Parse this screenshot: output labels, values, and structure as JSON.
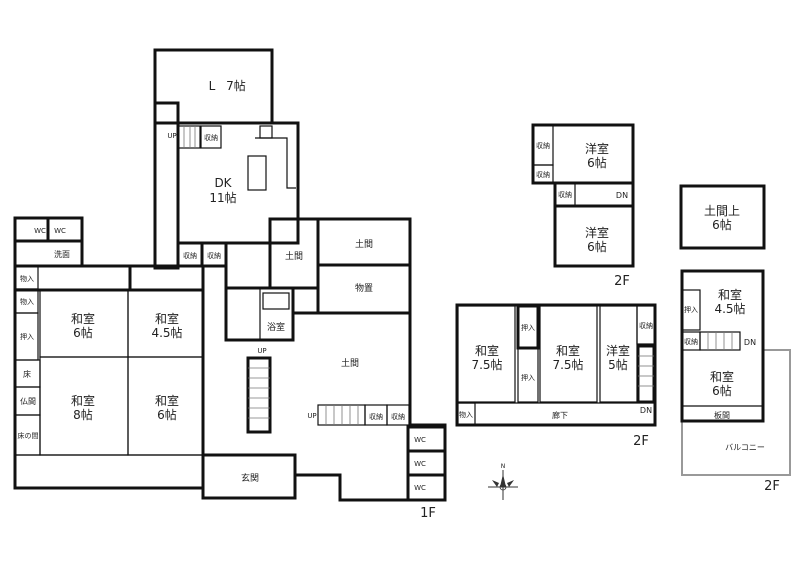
{
  "floor1": {
    "label": "1F",
    "living": {
      "name": "L",
      "size": "7帖"
    },
    "dk": {
      "name": "DK",
      "size": "11帖"
    },
    "doma_small": "土間",
    "doma_upper": "土間",
    "monooki": "物置",
    "bath": "浴室",
    "doma_main": "土間",
    "genkan": "玄関",
    "washroom": "洗面",
    "wc": "WC",
    "storage": "収納",
    "closet": "物入",
    "oshiire": "押入",
    "toko": "床",
    "butsuma": "仏間",
    "tokonoma": "床の間",
    "washitsu_6a": {
      "name": "和室",
      "size": "6帖"
    },
    "washitsu_45": {
      "name": "和室",
      "size": "4.5帖"
    },
    "washitsu_8": {
      "name": "和室",
      "size": "8帖"
    },
    "washitsu_6b": {
      "name": "和室",
      "size": "6帖"
    },
    "up": "UP"
  },
  "floor2a": {
    "label": "2F",
    "youshitsu_1": {
      "name": "洋室",
      "size": "6帖"
    },
    "youshitsu_2": {
      "name": "洋室",
      "size": "6帖"
    },
    "storage": "収納",
    "dn": "DN"
  },
  "floor2b": {
    "doma_ue": {
      "name": "土間上",
      "size": "6帖"
    }
  },
  "floor2c": {
    "label": "2F",
    "washitsu_75a": {
      "name": "和室",
      "size": "7.5帖"
    },
    "washitsu_75b": {
      "name": "和室",
      "size": "7.5帖"
    },
    "youshitsu_5": {
      "name": "洋室",
      "size": "5帖"
    },
    "oshiire": "押入",
    "storage": "収納",
    "closet": "物入",
    "corridor": "廊下",
    "dn": "DN"
  },
  "floor2d": {
    "label": "2F",
    "washitsu_45": {
      "name": "和室",
      "size": "4.5帖"
    },
    "washitsu_6": {
      "name": "和室",
      "size": "6帖"
    },
    "oshiire": "押入",
    "storage": "収納",
    "itama": "板間",
    "balcony": "バルコニー",
    "dn": "DN"
  },
  "compass": {
    "north": "N"
  }
}
